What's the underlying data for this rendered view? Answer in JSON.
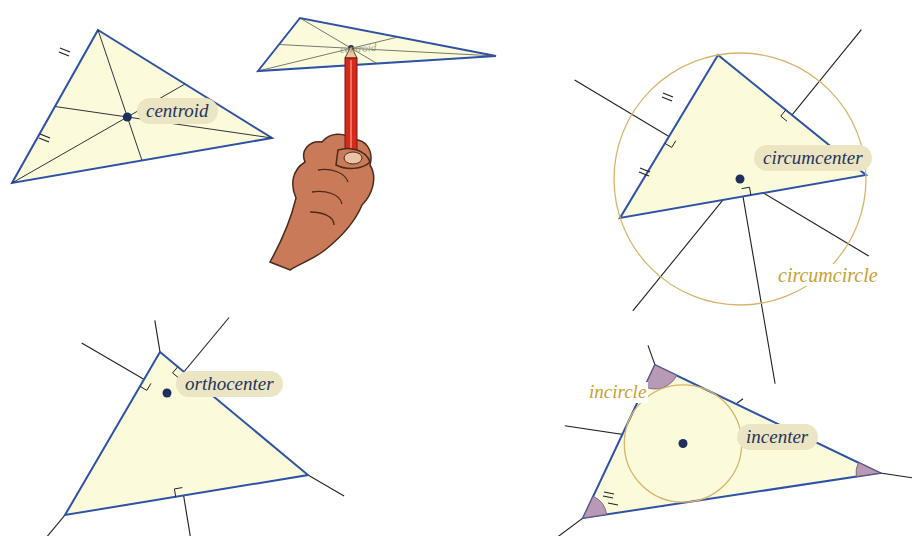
{
  "diagram": {
    "nodes": [
      {
        "text": [
          "centroid"
        ]
      },
      {
        "text": [
          "circumcenter"
        ]
      },
      {
        "text": [
          "orthocenter"
        ]
      },
      {
        "text": [
          "incenter"
        ]
      }
    ],
    "labels": [
      "centroid",
      "circumcircle",
      "incircle"
    ]
  }
}
